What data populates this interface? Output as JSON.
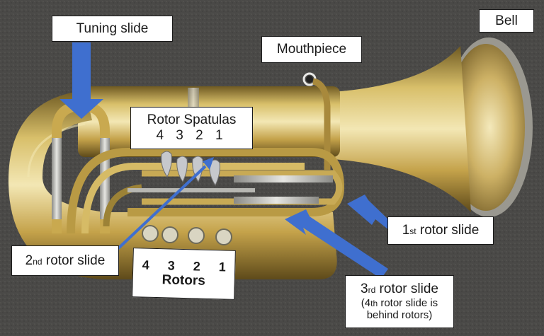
{
  "image": {
    "subject": "Annotated photograph of a rotary-valve tuba on a dark gray carpet",
    "colors": {
      "background": "#4a4947",
      "brass": "#c9a94f",
      "brass_dark": "#7a6228",
      "brass_light": "#efe0a3",
      "silver": "#c8c8c4",
      "arrow": "#3f6fcf",
      "label_bg": "#ffffff",
      "label_text": "#1a1a1a"
    }
  },
  "labels": {
    "tuning_slide": "Tuning slide",
    "mouthpiece": "Mouthpiece",
    "bell": "Bell",
    "rotor_spatulas": {
      "title": "Rotor Spatulas",
      "numbers": "4 3 2 1"
    },
    "second_rotor_slide": {
      "num": "2",
      "ordinal": "nd",
      "text": " rotor slide"
    },
    "first_rotor_slide": {
      "num": "1",
      "ordinal": "st",
      "text": " rotor slide"
    },
    "third_rotor_slide": {
      "num": "3",
      "ordinal": "rd",
      "text": " rotor slide",
      "note_open": "(4",
      "note_ordinal": "th",
      "note_rest": " rotor slide is",
      "note_line2": "behind rotors)"
    },
    "rotors": {
      "numbers": [
        "4",
        "3",
        "2",
        "1"
      ],
      "title": "Rotors"
    }
  },
  "arrows": [
    {
      "name": "tuning-slide-arrow",
      "points_to": "tuning slide",
      "direction": "down"
    },
    {
      "name": "spatulas-arrow",
      "points_to": "rotor spatula 1",
      "direction": "up-right"
    },
    {
      "name": "first-rotor-slide-arrow",
      "points_to": "1st rotor slide",
      "direction": "up-left"
    },
    {
      "name": "third-rotor-slide-arrow",
      "points_to": "3rd rotor slide",
      "direction": "up-left"
    }
  ]
}
